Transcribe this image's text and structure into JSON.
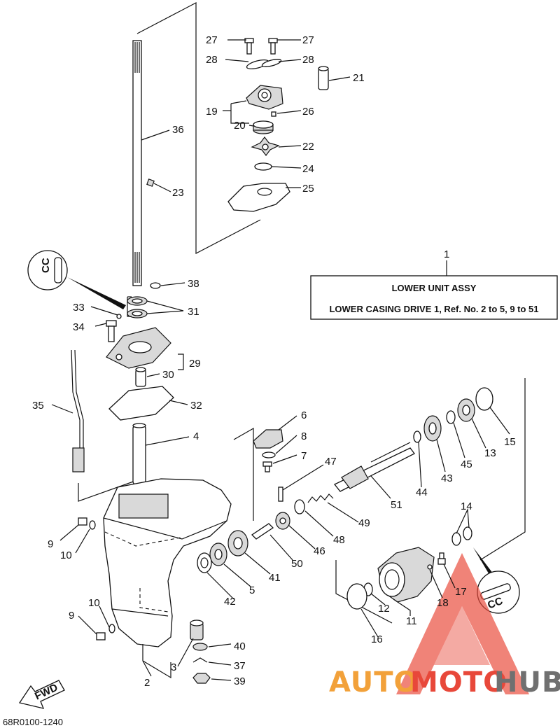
{
  "title_box": {
    "title": "LOWER UNIT ASSY",
    "subtitle": "LOWER CASING DRIVE 1,  Ref. No. 2 to 5,  9 to 51",
    "ref": "1"
  },
  "drawing_code": "68R0100-1240",
  "fwd_label": "FWD",
  "cc_label": "CC",
  "watermark": {
    "part1": "AUTO",
    "part2": "MOTO",
    "part3": "HUB"
  },
  "colors": {
    "line": "#111111",
    "watermark_orange": "#f2a13a",
    "watermark_red": "#e8483a",
    "watermark_gray": "#707070"
  },
  "callouts": [
    {
      "key": "c27a",
      "text": "27"
    },
    {
      "key": "c27b",
      "text": "27"
    },
    {
      "key": "c28a",
      "text": "28"
    },
    {
      "key": "c28b",
      "text": "28"
    },
    {
      "key": "c21",
      "text": "21"
    },
    {
      "key": "c19",
      "text": "19"
    },
    {
      "key": "c26",
      "text": "26"
    },
    {
      "key": "c20",
      "text": "20"
    },
    {
      "key": "c22",
      "text": "22"
    },
    {
      "key": "c24",
      "text": "24"
    },
    {
      "key": "c25",
      "text": "25"
    },
    {
      "key": "c36",
      "text": "36"
    },
    {
      "key": "c23",
      "text": "23"
    },
    {
      "key": "c38",
      "text": "38"
    },
    {
      "key": "c33",
      "text": "33"
    },
    {
      "key": "c31",
      "text": "31"
    },
    {
      "key": "c34",
      "text": "34"
    },
    {
      "key": "c29",
      "text": "29"
    },
    {
      "key": "c30",
      "text": "30"
    },
    {
      "key": "c35",
      "text": "35"
    },
    {
      "key": "c32",
      "text": "32"
    },
    {
      "key": "c6",
      "text": "6"
    },
    {
      "key": "c8",
      "text": "8"
    },
    {
      "key": "c7",
      "text": "7"
    },
    {
      "key": "c4",
      "text": "4"
    },
    {
      "key": "c47",
      "text": "47"
    },
    {
      "key": "c15",
      "text": "15"
    },
    {
      "key": "c13",
      "text": "13"
    },
    {
      "key": "c45",
      "text": "45"
    },
    {
      "key": "c43",
      "text": "43"
    },
    {
      "key": "c44",
      "text": "44"
    },
    {
      "key": "c51",
      "text": "51"
    },
    {
      "key": "c14",
      "text": "14"
    },
    {
      "key": "c49",
      "text": "49"
    },
    {
      "key": "c48",
      "text": "48"
    },
    {
      "key": "c46",
      "text": "46"
    },
    {
      "key": "c50",
      "text": "50"
    },
    {
      "key": "c41",
      "text": "41"
    },
    {
      "key": "c5",
      "text": "5"
    },
    {
      "key": "c42",
      "text": "42"
    },
    {
      "key": "c9a",
      "text": "9"
    },
    {
      "key": "c10a",
      "text": "10"
    },
    {
      "key": "c10b",
      "text": "10"
    },
    {
      "key": "c9b",
      "text": "9"
    },
    {
      "key": "c17",
      "text": "17"
    },
    {
      "key": "c18",
      "text": "18"
    },
    {
      "key": "c12",
      "text": "12"
    },
    {
      "key": "c11",
      "text": "11"
    },
    {
      "key": "c16",
      "text": "16"
    },
    {
      "key": "c40",
      "text": "40"
    },
    {
      "key": "c37",
      "text": "37"
    },
    {
      "key": "c39",
      "text": "39"
    },
    {
      "key": "c3",
      "text": "3"
    },
    {
      "key": "c2",
      "text": "2"
    }
  ]
}
